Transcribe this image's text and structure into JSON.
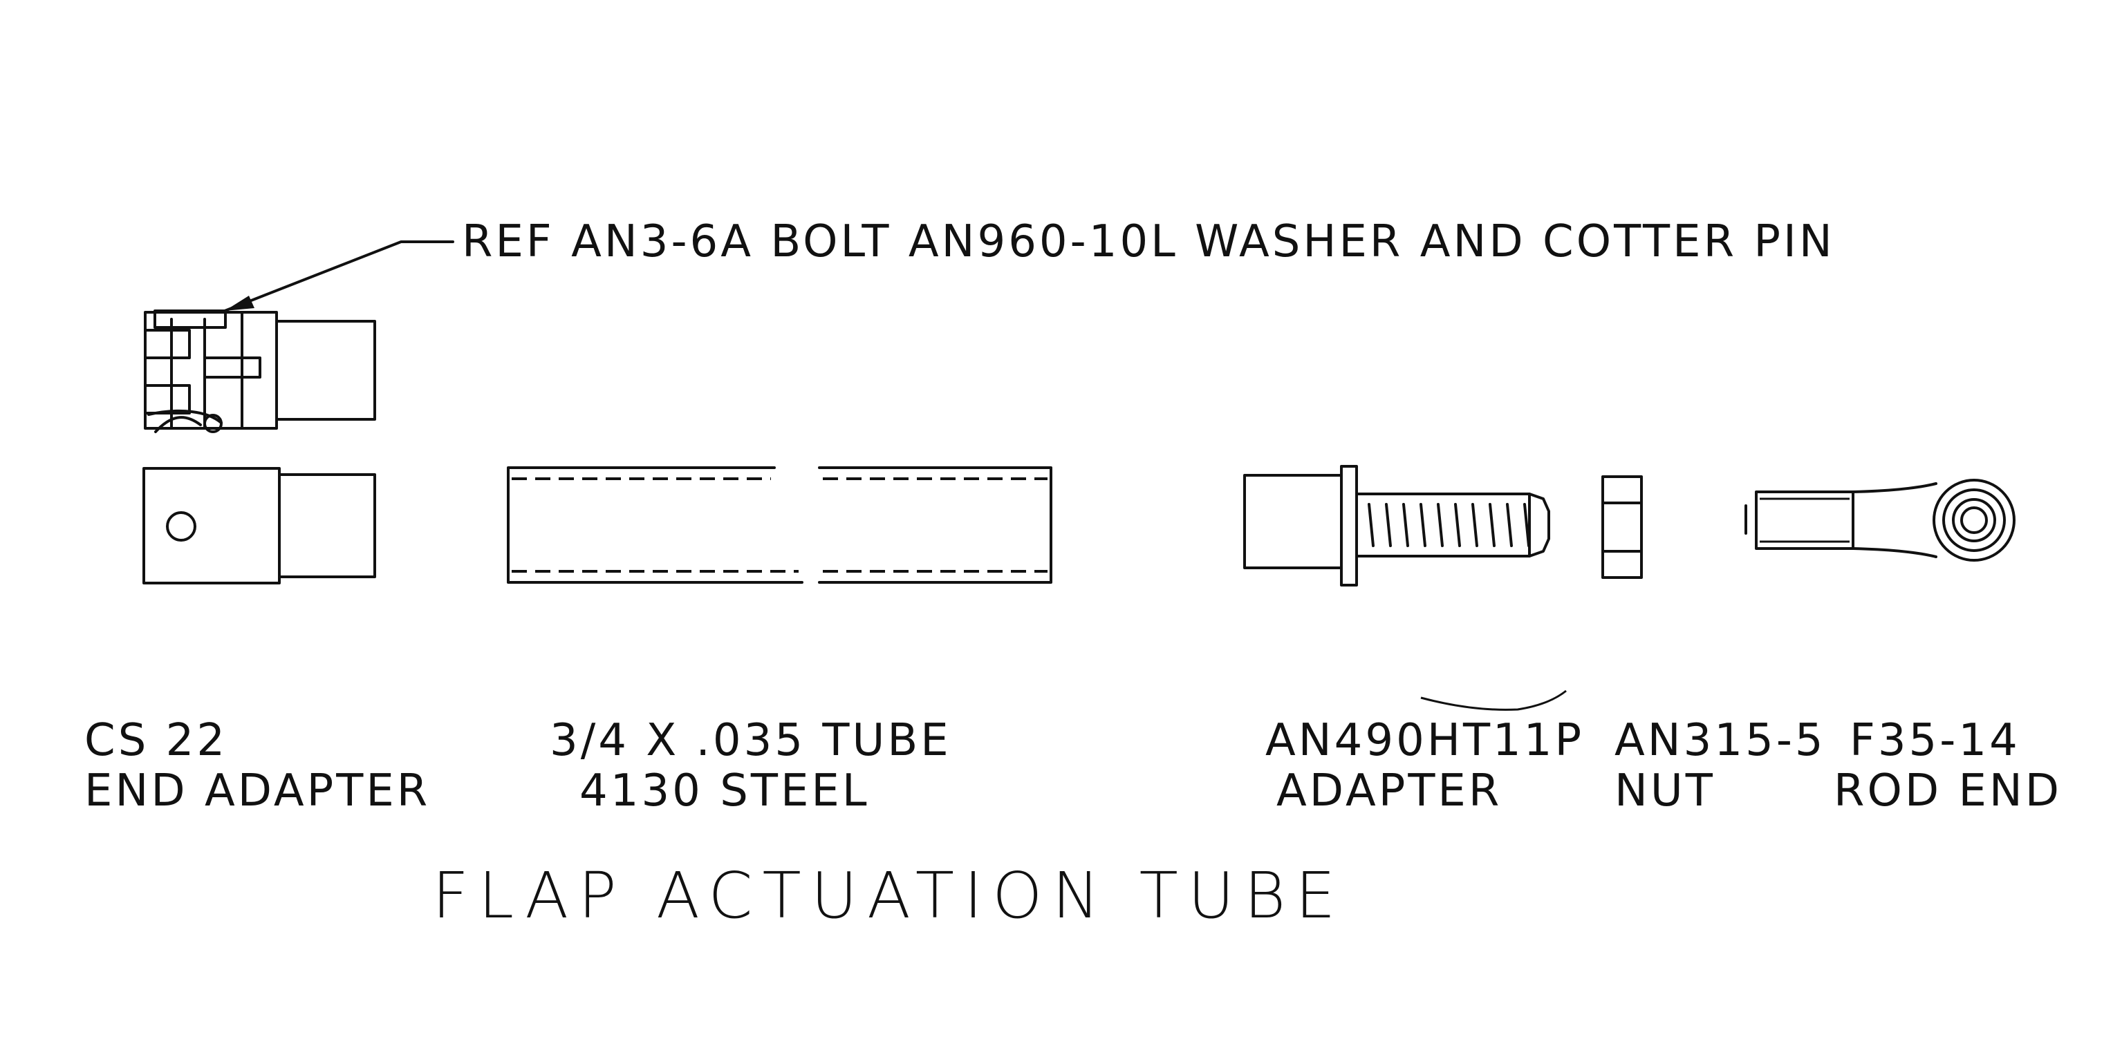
{
  "callout": {
    "text": "REF AN3-6A BOLT AN960-10L WASHER AND COTTER PIN"
  },
  "parts": {
    "end_adapter": {
      "line1": "CS 22",
      "line2": "END ADAPTER"
    },
    "tube": {
      "line1": "3/4 X .035 TUBE",
      "line2": "4130 STEEL"
    },
    "adapter": {
      "line1": "AN490HT11P",
      "line2": "ADAPTER"
    },
    "nut": {
      "line1": "AN315-5",
      "line2": "NUT"
    },
    "rod_end": {
      "line1": "F35-14",
      "line2": "ROD END"
    }
  },
  "title": "FLAP ACTUATION TUBE"
}
